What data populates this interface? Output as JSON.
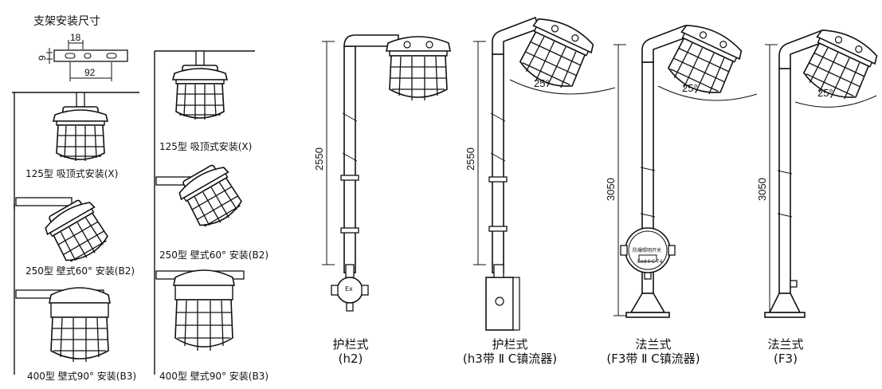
{
  "bracket": {
    "title": "支架安装尺寸",
    "dim_18": "18",
    "dim_9": "9",
    "dim_92": "92"
  },
  "labels": {
    "l125_a": "125型 吸顶式安装(X)",
    "l125_b": "125型 吸顶式安装(X)",
    "l250_a": "250型 壁式60°  安装(B2)",
    "l250_b": "250型 壁式60°  安装(B2)",
    "l400_a": "400型 壁式90°  安装(B3)",
    "l400_b": "400型 壁式90°  安装(B3)"
  },
  "poles": [
    {
      "height": "2550",
      "angle": "",
      "caption1": "护栏式",
      "caption2": "(h2)"
    },
    {
      "height": "2550",
      "angle": "25°",
      "caption1": "护栏式",
      "caption2": "(h3带 Ⅱ C镇流器)"
    },
    {
      "height": "3050",
      "angle": "25°",
      "caption1": "法兰式",
      "caption2": "(F3带 Ⅱ C镇流器)"
    },
    {
      "height": "3050",
      "angle": "25°",
      "caption1": "法兰式",
      "caption2": "(F3)"
    }
  ],
  "junction_box": {
    "mark": "Ex"
  },
  "ballast_box": {
    "line1": "防爆照明开关",
    "line2": "Exd Ⅱ C T4"
  }
}
